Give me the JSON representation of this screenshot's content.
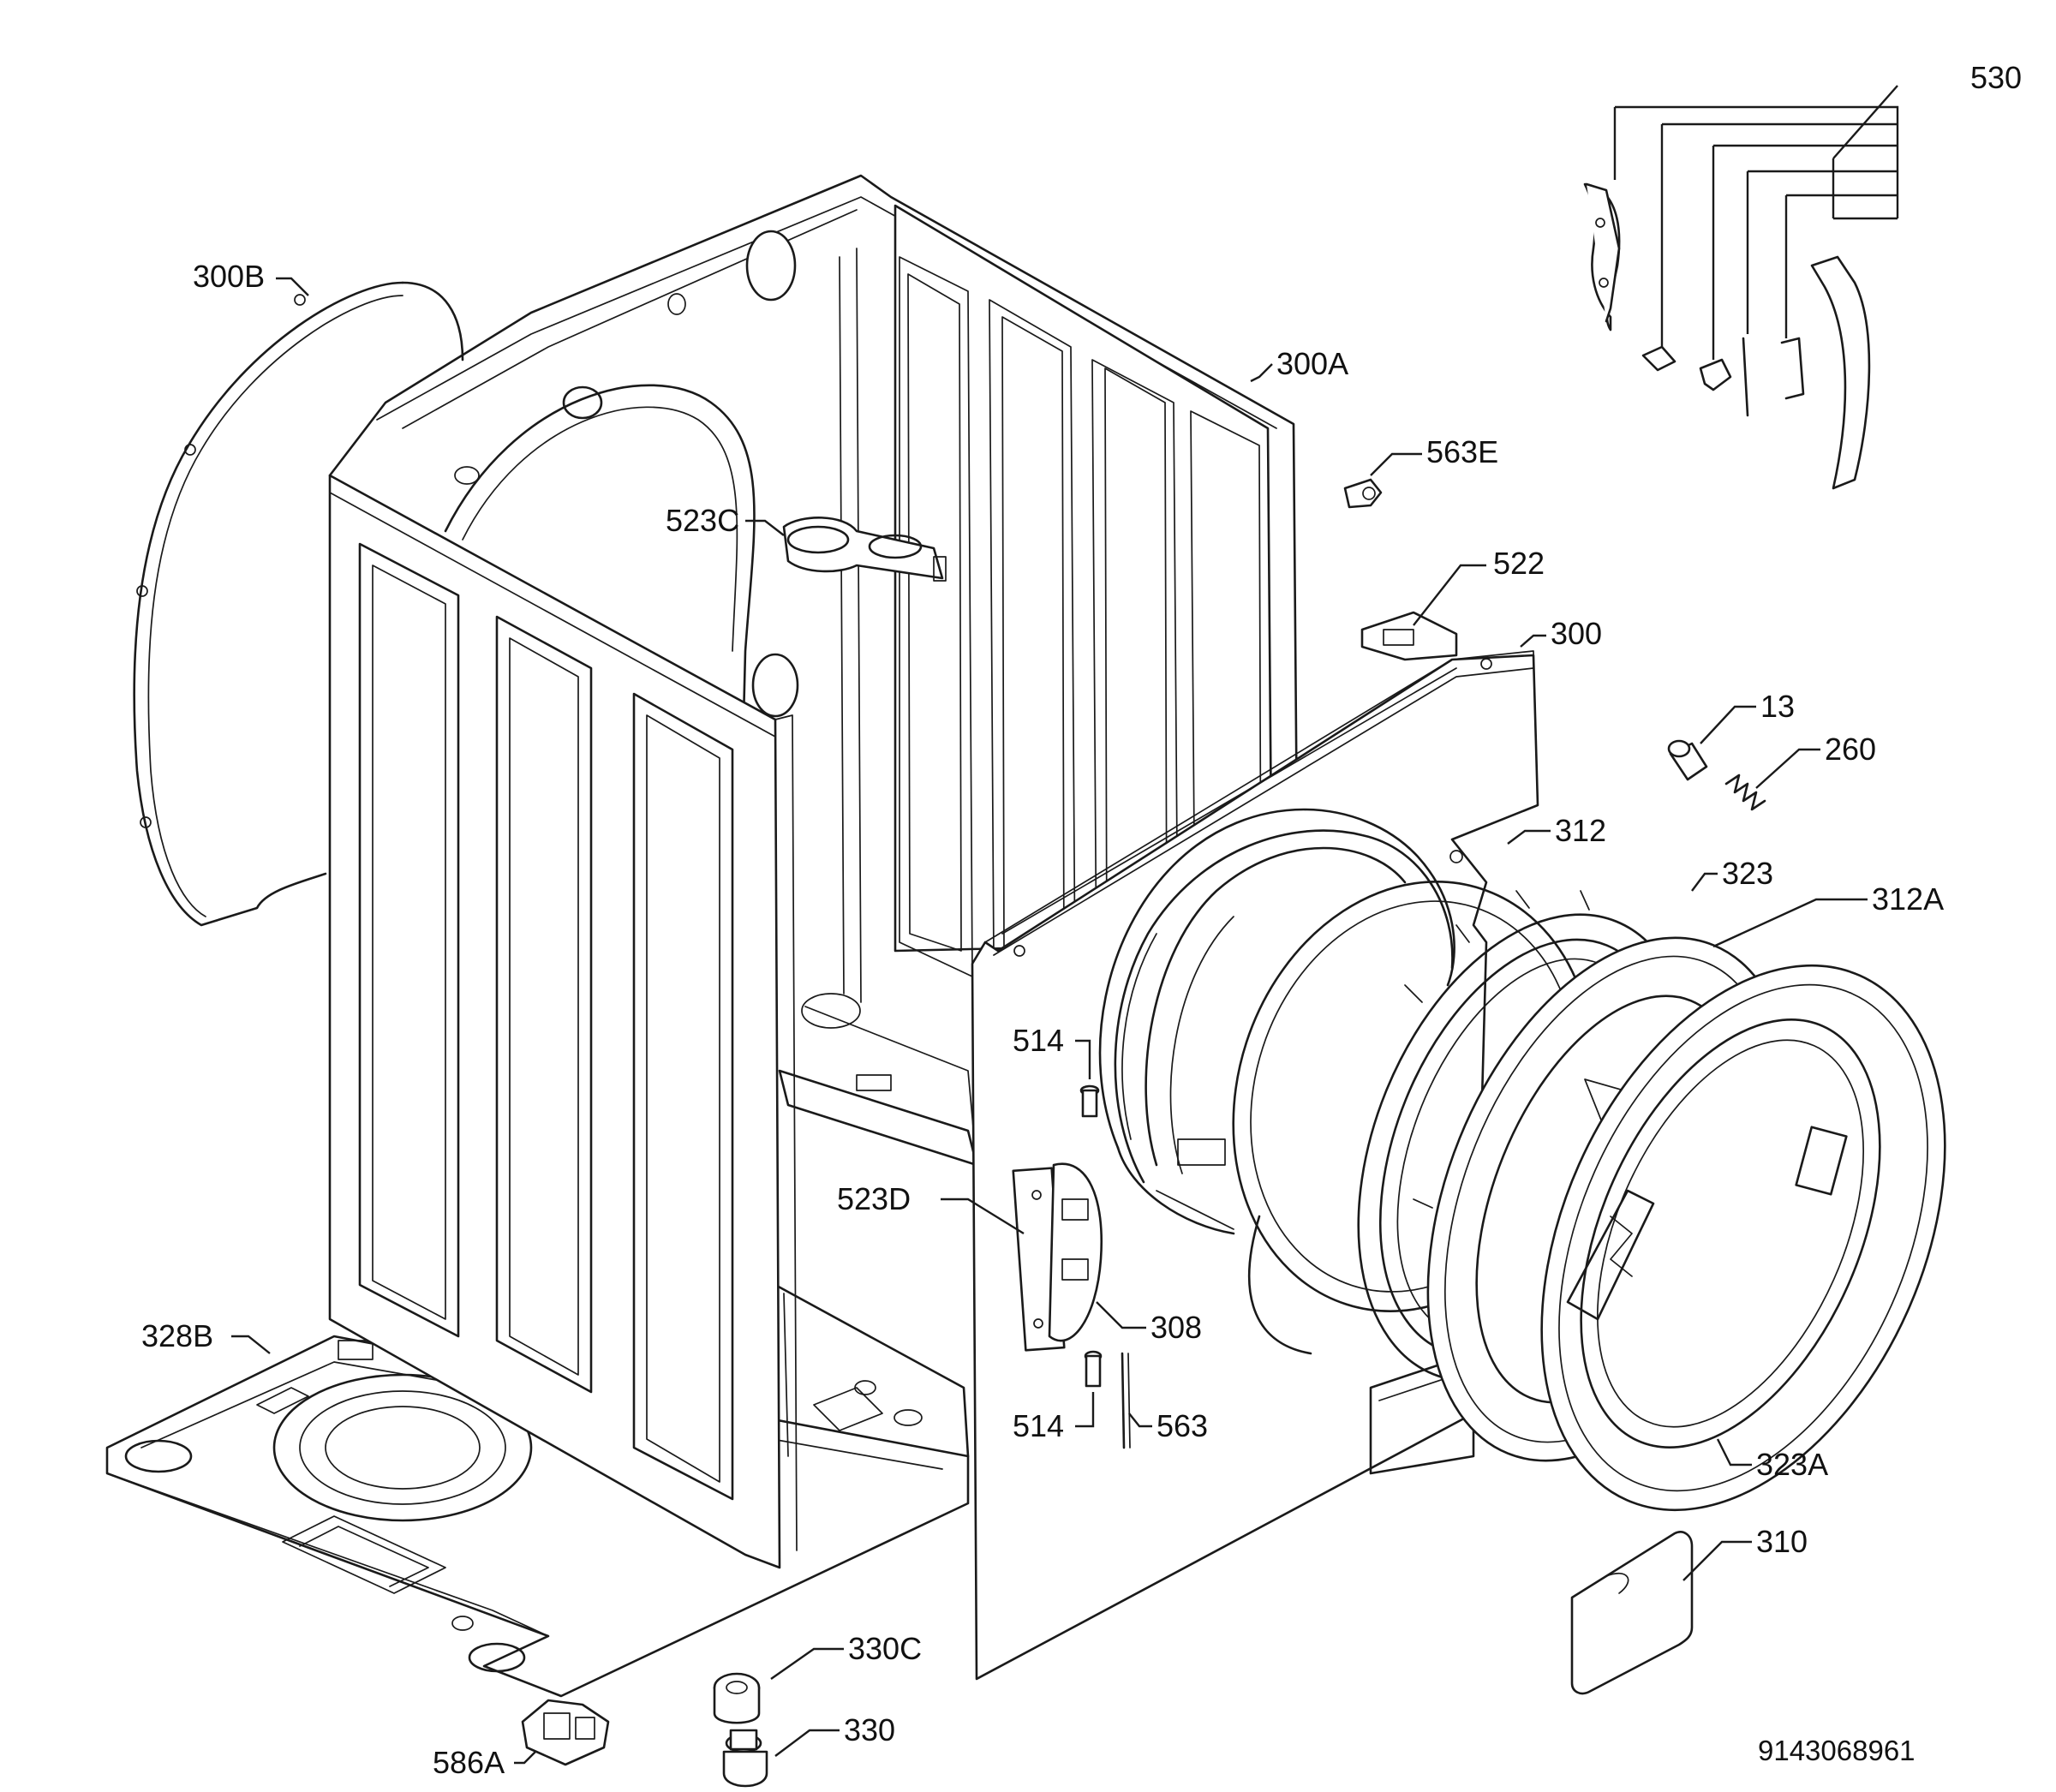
{
  "diagram": {
    "document_number": "9143068961",
    "callouts": [
      {
        "id": "530",
        "text": "530"
      },
      {
        "id": "300B",
        "text": "300B"
      },
      {
        "id": "300A",
        "text": "300A"
      },
      {
        "id": "563E",
        "text": "563E"
      },
      {
        "id": "523C",
        "text": "523C"
      },
      {
        "id": "522",
        "text": "522"
      },
      {
        "id": "300",
        "text": "300"
      },
      {
        "id": "13",
        "text": "13"
      },
      {
        "id": "260",
        "text": "260"
      },
      {
        "id": "312",
        "text": "312"
      },
      {
        "id": "323",
        "text": "323"
      },
      {
        "id": "312A",
        "text": "312A"
      },
      {
        "id": "514a",
        "text": "514"
      },
      {
        "id": "523D",
        "text": "523D"
      },
      {
        "id": "308",
        "text": "308"
      },
      {
        "id": "514b",
        "text": "514"
      },
      {
        "id": "563",
        "text": "563"
      },
      {
        "id": "328B",
        "text": "328B"
      },
      {
        "id": "323A",
        "text": "323A"
      },
      {
        "id": "310",
        "text": "310"
      },
      {
        "id": "330C",
        "text": "330C"
      },
      {
        "id": "330",
        "text": "330"
      },
      {
        "id": "586A",
        "text": "586A"
      }
    ]
  }
}
